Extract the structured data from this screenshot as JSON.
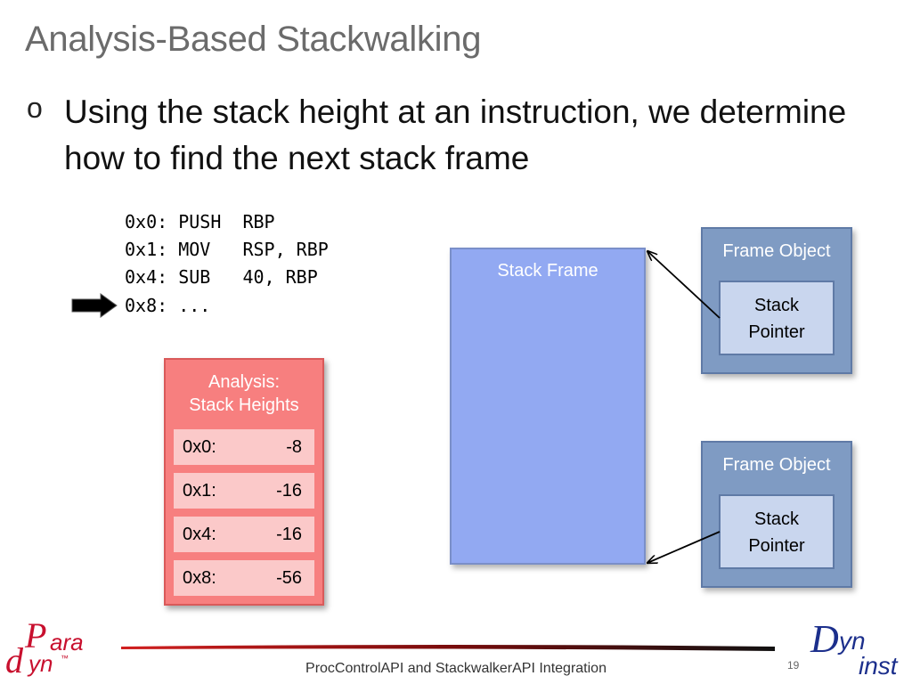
{
  "slide": {
    "title": "Analysis-Based Stackwalking",
    "bullet_marker": "o",
    "bullet_text": "Using the stack height at an instruction, we determine how to find the next stack frame"
  },
  "code": {
    "lines": [
      "0x0: PUSH  RBP",
      "0x1: MOV   RSP, RBP",
      "0x4: SUB   40, RBP",
      "0x8: ..."
    ]
  },
  "analysis": {
    "title_line1": "Analysis:",
    "title_line2": "Stack Heights",
    "rows": [
      {
        "addr": "0x0:",
        "value": "-8"
      },
      {
        "addr": "0x1:",
        "value": "-16"
      },
      {
        "addr": "0x4:",
        "value": "-16"
      },
      {
        "addr": "0x8:",
        "value": "-56"
      }
    ]
  },
  "stack_frame": {
    "label": "Stack Frame"
  },
  "frame_objects": [
    {
      "label": "Frame Object",
      "sp_line1": "Stack",
      "sp_line2": "Pointer"
    },
    {
      "label": "Frame Object",
      "sp_line1": "Stack",
      "sp_line2": "Pointer"
    }
  ],
  "footer": {
    "text": "ProcControlAPI and StackwalkerAPI Integration",
    "page_number": "19"
  },
  "logos": {
    "left": {
      "p": "P",
      "ara": "ara",
      "d": "d",
      "yn": "yn",
      "tm": "™"
    },
    "right": {
      "d": "D",
      "yn": "yn",
      "inst": "inst"
    }
  },
  "colors": {
    "analysis_fill": "#f77f7f",
    "analysis_row": "#fbc9c9",
    "stack_frame_fill": "#92a9f2",
    "frame_object_fill": "#7f9bc3",
    "stack_pointer_fill": "#c9d6ee",
    "logo_red": "#c8102e",
    "logo_blue": "#1c2f8c"
  }
}
